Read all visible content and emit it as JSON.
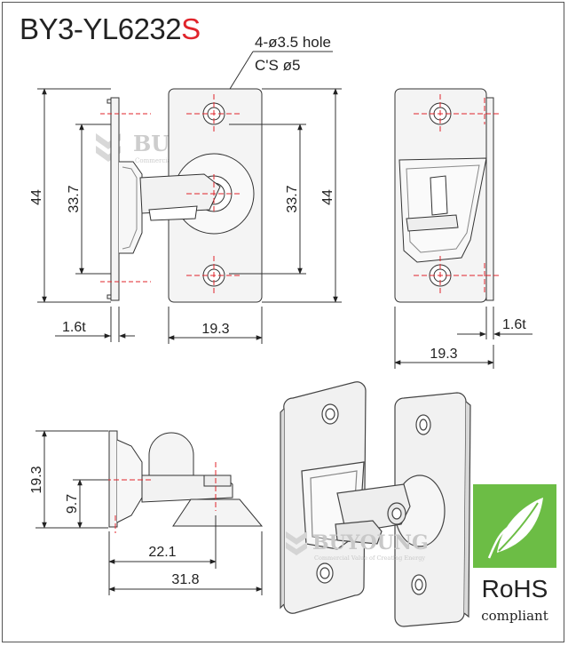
{
  "title": {
    "model": "BY3-YL6232",
    "suffix": "S"
  },
  "hole_note": {
    "line1": "4-ø3.5 hole",
    "line2": "C'S ø5"
  },
  "dimensions": {
    "overall_height": "44",
    "hole_pitch": "33.7",
    "thickness_left": "1.6t",
    "width_front": "19.3",
    "hole_pitch_front": "33.7",
    "overall_height_front": "44",
    "thickness_right": "1.6t",
    "width_right": "19.3",
    "height_bottom": "19.3",
    "offset_bottom": "9.7",
    "len_short": "22.1",
    "len_long": "31.8"
  },
  "watermark": {
    "brand": "BUYOUNG",
    "tagline": "Commercial Value of Creating Energy"
  },
  "rohs": {
    "label": "RoHS",
    "sub": "compliant"
  },
  "colors": {
    "accent": "#e0242b",
    "rohs_green": "#6cbd45",
    "line": "#333333"
  }
}
